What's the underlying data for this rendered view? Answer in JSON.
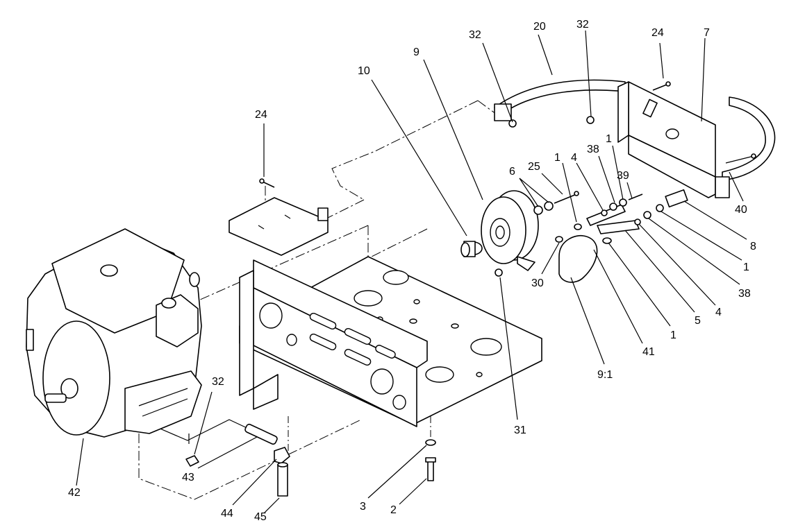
{
  "diagram": {
    "line_color": "#000000",
    "background": "#ffffff",
    "callouts": [
      {
        "id": "c32a",
        "text": "32"
      },
      {
        "id": "c20",
        "text": "20"
      },
      {
        "id": "c32b",
        "text": "32"
      },
      {
        "id": "c24a",
        "text": "24"
      },
      {
        "id": "c7",
        "text": "7"
      },
      {
        "id": "c10",
        "text": "10"
      },
      {
        "id": "c9",
        "text": "9"
      },
      {
        "id": "c24b",
        "text": "24"
      },
      {
        "id": "c6",
        "text": "6"
      },
      {
        "id": "c25",
        "text": "25"
      },
      {
        "id": "c1a",
        "text": "1"
      },
      {
        "id": "c4a",
        "text": "4"
      },
      {
        "id": "c38a",
        "text": "38"
      },
      {
        "id": "c1b",
        "text": "1"
      },
      {
        "id": "c39",
        "text": "39"
      },
      {
        "id": "c40",
        "text": "40"
      },
      {
        "id": "c8",
        "text": "8"
      },
      {
        "id": "c1c",
        "text": "1"
      },
      {
        "id": "c38b",
        "text": "38"
      },
      {
        "id": "c30",
        "text": "30"
      },
      {
        "id": "c4b",
        "text": "4"
      },
      {
        "id": "c5",
        "text": "5"
      },
      {
        "id": "c1d",
        "text": "1"
      },
      {
        "id": "c41",
        "text": "41"
      },
      {
        "id": "c91",
        "text": "9:1"
      },
      {
        "id": "c31",
        "text": "31"
      },
      {
        "id": "c32c",
        "text": "32"
      },
      {
        "id": "c42",
        "text": "42"
      },
      {
        "id": "c43",
        "text": "43"
      },
      {
        "id": "c44",
        "text": "44"
      },
      {
        "id": "c45",
        "text": "45"
      },
      {
        "id": "c3",
        "text": "3"
      },
      {
        "id": "c2",
        "text": "2"
      }
    ]
  }
}
